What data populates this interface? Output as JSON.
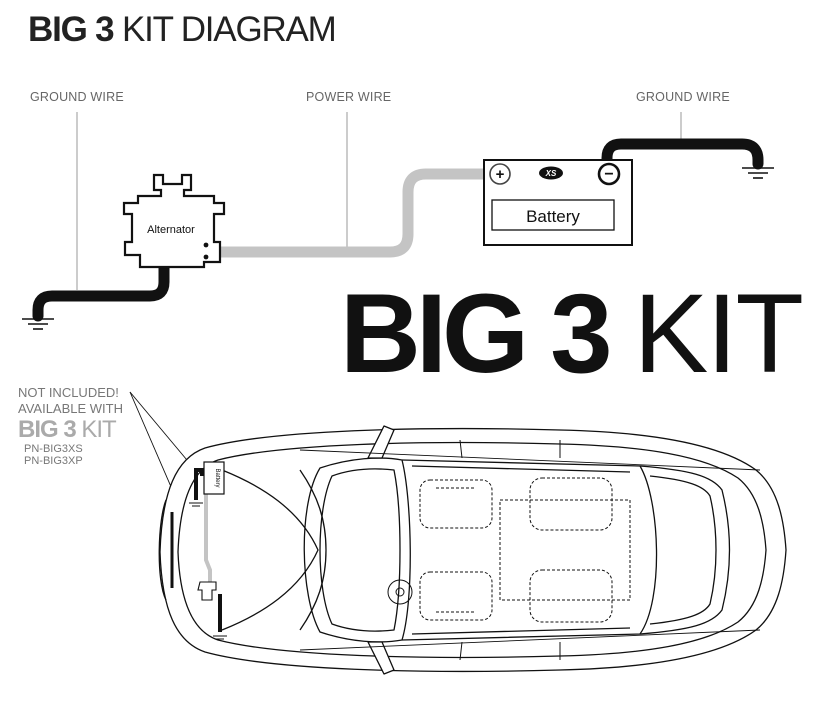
{
  "header": {
    "title_bold": "BIG 3",
    "title_light": "KIT DIAGRAM"
  },
  "wires": {
    "ground_left": "GROUND WIRE",
    "power": "POWER WIRE",
    "ground_right": "GROUND WIRE"
  },
  "components": {
    "alternator": "Alternator",
    "battery": "Battery",
    "plus": "+",
    "minus": "−",
    "brand": "XS"
  },
  "logo": {
    "bold": "BIG 3",
    "light": "KIT"
  },
  "note": {
    "line1": "NOT INCLUDED!",
    "line2": "AVAILABLE WITH",
    "kit_bold": "BIG 3",
    "kit_light": "KIT",
    "pn1": "PN-BIG3XS",
    "pn2": "PN-BIG3XP"
  },
  "car": {
    "battery_label": "Battery"
  },
  "colors": {
    "ground_wire": "#111111",
    "power_wire": "#c4c4c4",
    "text": "#222222",
    "label": "#666666"
  }
}
